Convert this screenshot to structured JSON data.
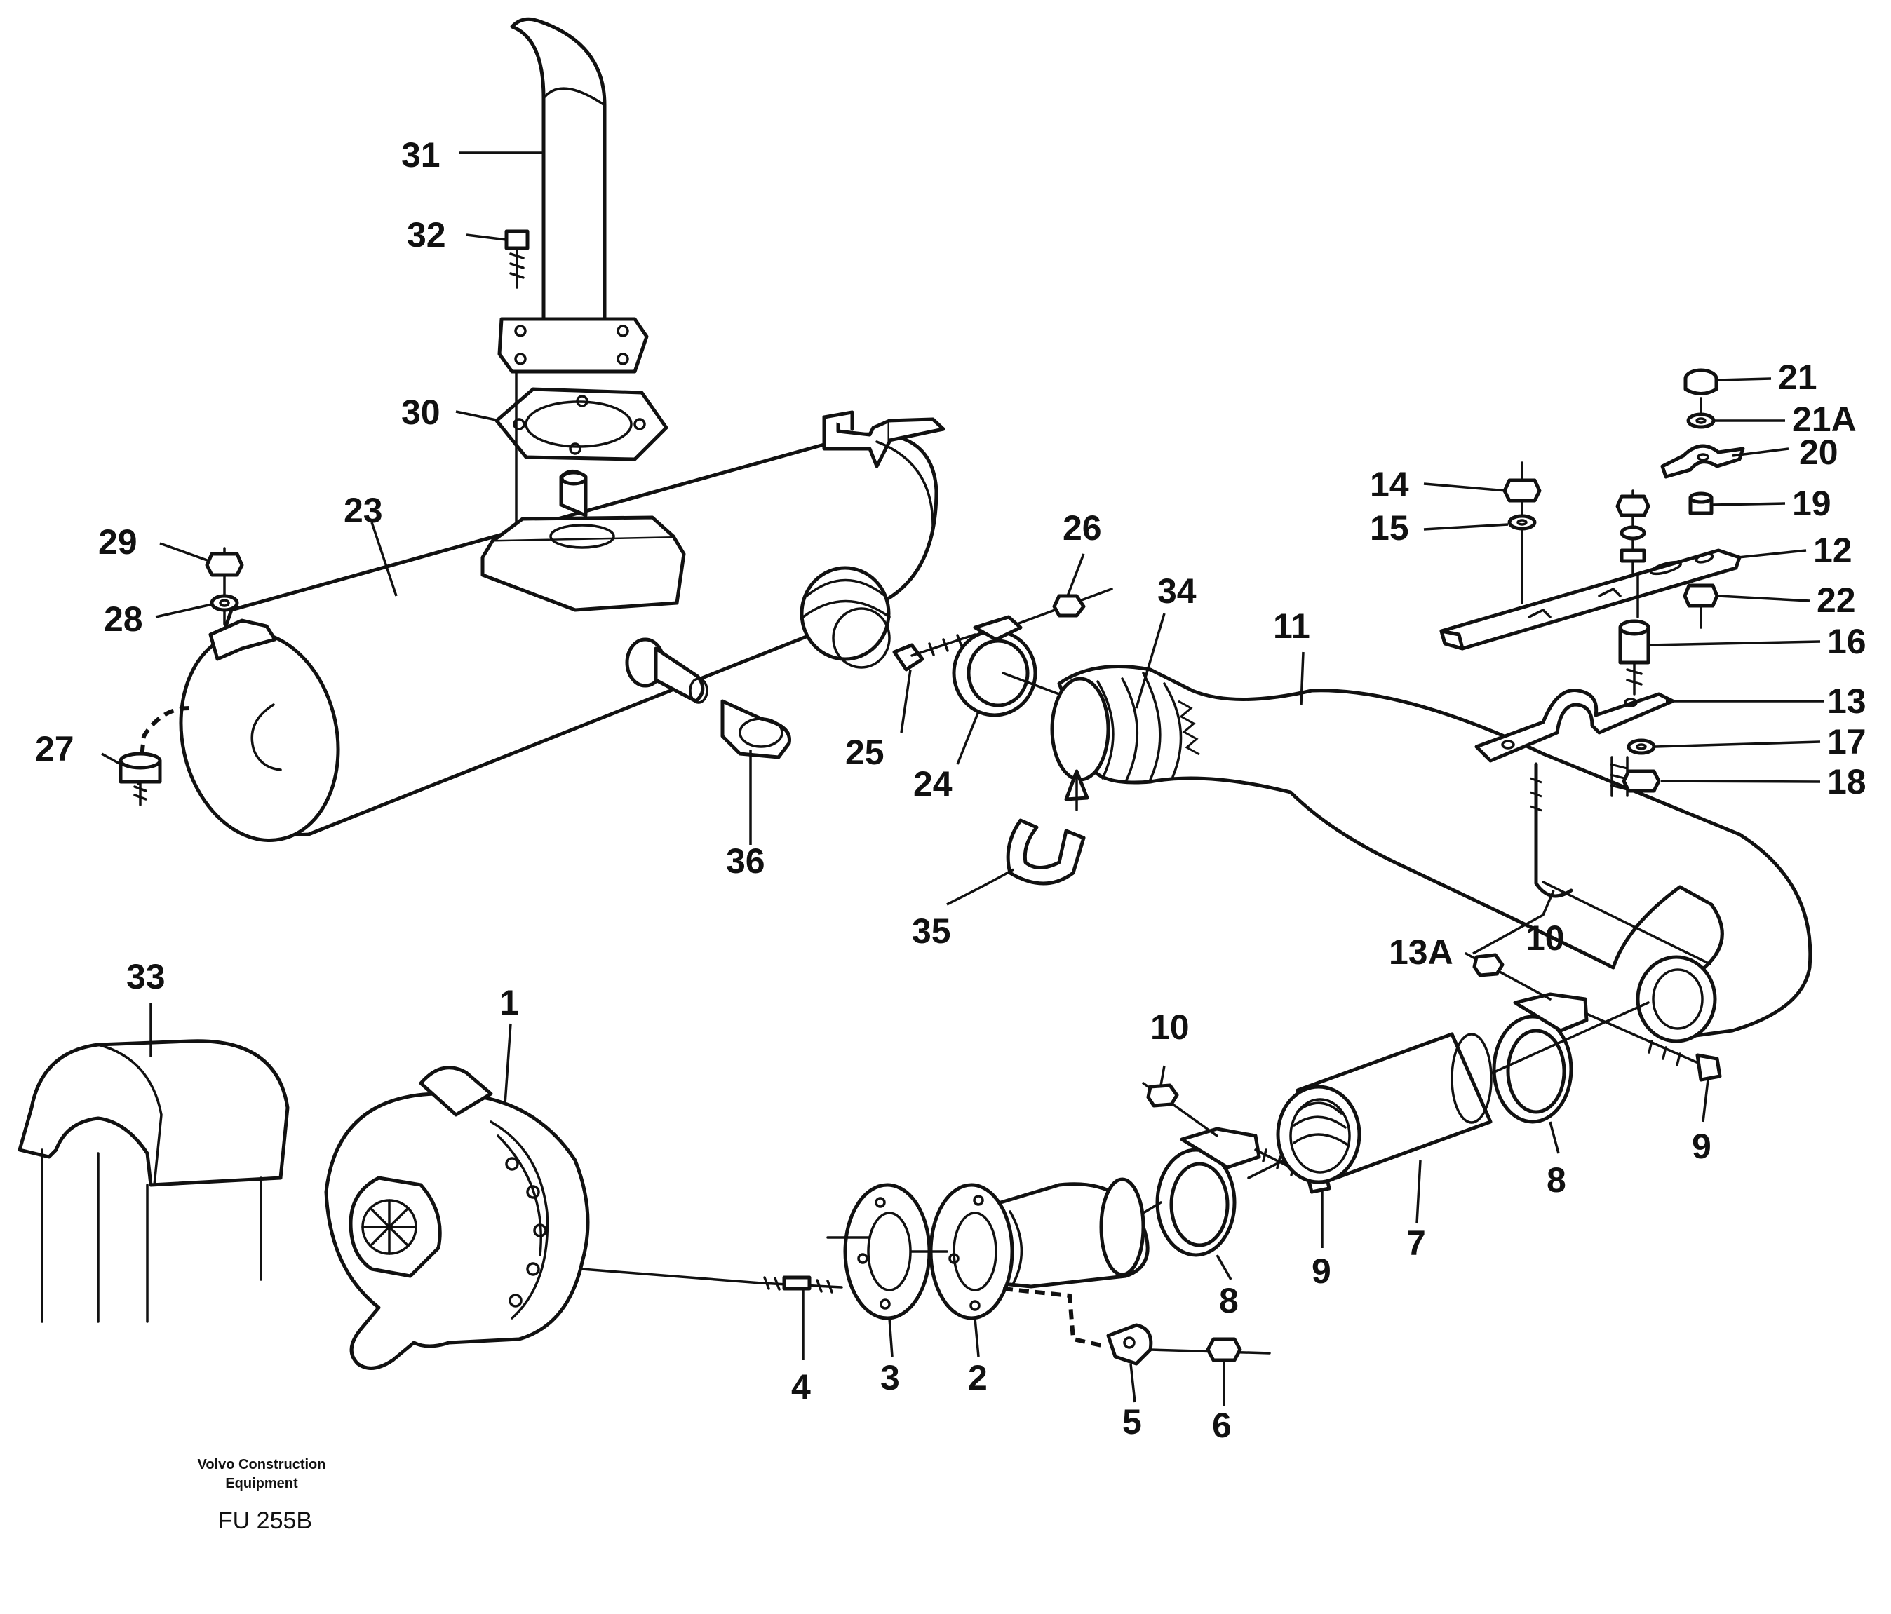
{
  "diagram": {
    "callouts": {
      "p1": "1",
      "p2": "2",
      "p3": "3",
      "p4": "4",
      "p5": "5",
      "p6": "6",
      "p7": "7",
      "p8a": "8",
      "p8b": "8",
      "p9a": "9",
      "p9b": "9",
      "p10a": "10",
      "p10b": "10",
      "p11": "11",
      "p12": "12",
      "p13": "13",
      "p13A": "13A",
      "p14": "14",
      "p15": "15",
      "p16": "16",
      "p17": "17",
      "p18": "18",
      "p19": "19",
      "p20": "20",
      "p21": "21",
      "p21A": "21A",
      "p22": "22",
      "p23": "23",
      "p24": "24",
      "p25": "25",
      "p26": "26",
      "p27": "27",
      "p28": "28",
      "p29": "29",
      "p30": "30",
      "p31": "31",
      "p32": "32",
      "p33": "33",
      "p34": "34",
      "p35": "35",
      "p36": "36"
    },
    "credit_line1": "Volvo Construction",
    "credit_line2": "Equipment",
    "drawing_number": "FU 255B"
  }
}
